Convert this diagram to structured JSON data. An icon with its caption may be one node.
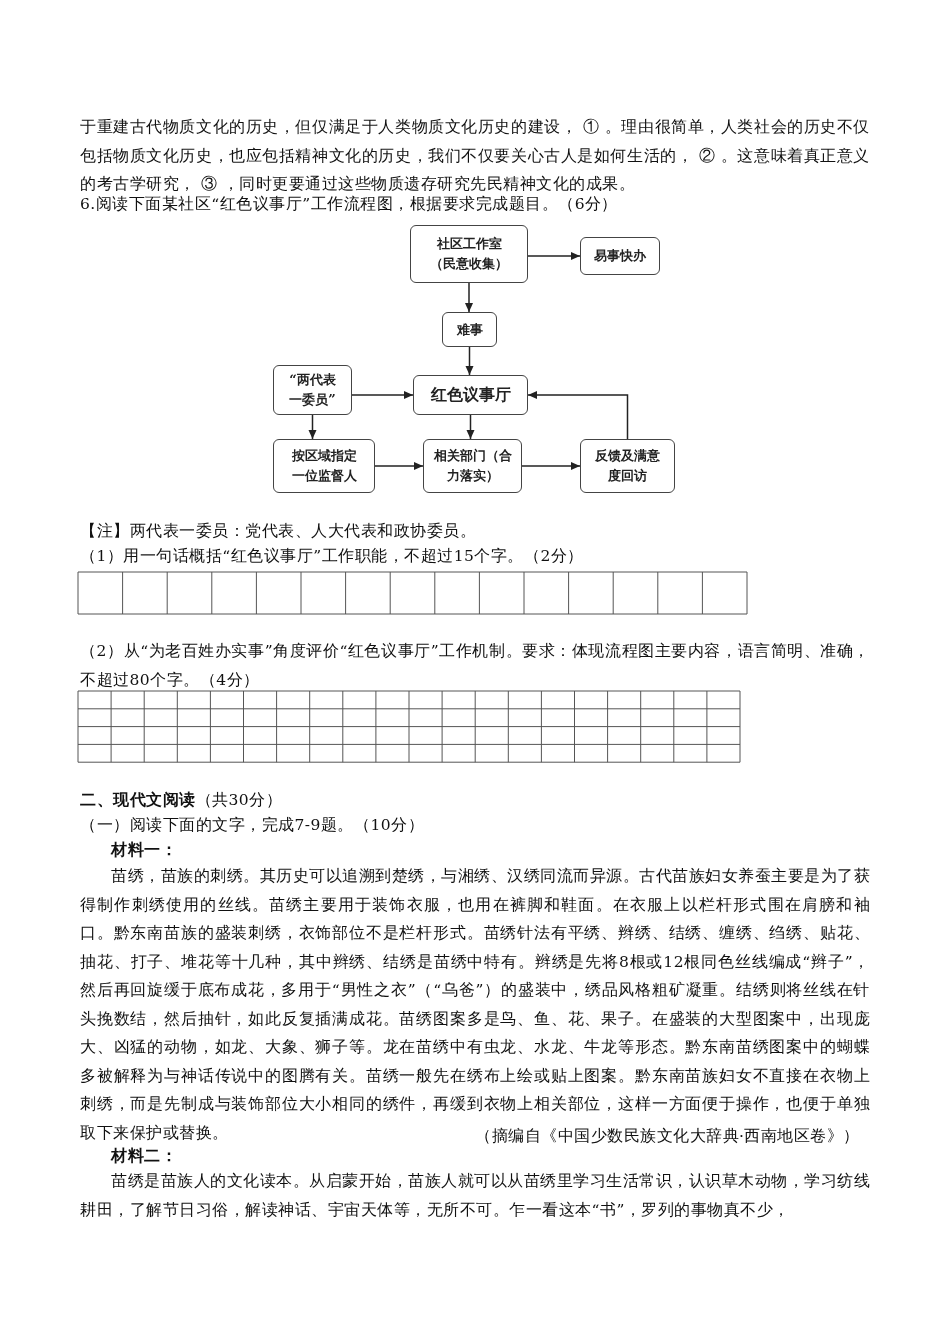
{
  "diagram": {
    "nodes": [
      {
        "text": [
          "社区工作室（民意收集）"
        ]
      },
      {
        "text": [
          "易事快办"
        ]
      },
      {
        "text": [
          "难事"
        ]
      },
      {
        "text": [
          "红色议事厅"
        ]
      },
      {
        "text": [
          "“两代表一委员”"
        ]
      },
      {
        "text": [
          "按区域指定一位监督人"
        ]
      },
      {
        "text": [
          "相关部门（合力落实）"
        ]
      },
      {
        "text": [
          "反馈及满意度回访"
        ]
      }
    ],
    "edges": [
      {
        "from": 0,
        "to": 1,
        "arrow": "to"
      },
      {
        "from": 0,
        "to": 2,
        "arrow": "to"
      },
      {
        "from": 2,
        "to": 3,
        "arrow": "to"
      },
      {
        "from": 4,
        "to": 3,
        "arrow": "to"
      },
      {
        "from": 4,
        "to": 5,
        "arrow": "to"
      },
      {
        "from": 3,
        "to": 6,
        "arrow": "to"
      },
      {
        "from": 5,
        "to": 6,
        "arrow": "to"
      },
      {
        "from": 6,
        "to": 7,
        "arrow": "to"
      },
      {
        "from": 7,
        "to": 3,
        "arrow": "to"
      }
    ],
    "labels": [
      "于重建古代物质文化的历史，但仅满足于人类物质文化历史的建设，  ①  。理由很简单，人类社会的历史不仅包括物质文化历史，也应包括精神文化的历史，我们不仅要关心古人是如何生活的，  ②  。这意味着真正意义的考古学研究，  ③  ，同时更要通过这些物质遗存研究先民精神文化的成果。",
      "6.阅读下面某社区“红色议事厅”工作流程图，根据要求完成题目。（6分）",
      "【注】两代表一委员：党代表、人大代表和政协委员。",
      "（1）用一句话概括“红色议事厅”工作职能，不超过15个字。（2分）",
      "（2）从“为老百姓办实事”角度评价“红色议事厅”工作机制。要求：体现流程图主要内容，语言简明、准确，不超过80个字。（4分）",
      "**二、现代文阅读**（共30分）",
      "（一）阅读下面的文字，完成7-9题。（10分）",
      "材料一：",
      "苗绣，苗族的刺绣。其历史可以追溯到楚绣，与湘绣、汉绣同流而异源。古代苗族妇女养蚕主要是为了获得制作刺绣使用的丝线。苗绣主要用于装饰衣服，也用在裤脚和鞋面。在衣服上以栏杆形式围在肩膀和袖口。黔东南苗族的盛装刺绣，衣饰部位不是栏杆形式。苗绣针法有平绣、辫绣、结绣、缠绣、绉绣、贴花、抽花、打子、堆花等十几种，其中辫绣、结绣是苗绣中特有。辫绣是先将8根或12根同色丝线编成“辫子”，然后再回旋缓于底布成花，多用于“男性之衣”（“乌爸”）的盛装中，绣品风格粗矿凝重。结绣则将丝线在针头挽数结，然后抽针，如此反复插满成花。苗绣图案多是鸟、鱼、花、果子。在盛装的大型图案中，出现庞大、凶猛的动物，如龙、大象、狮子等。龙在苗绣中有虫龙、水龙、牛龙等形态。黔东南苗绣图案中的蝴蝶多被解释为与神话传说中的图腾有关。苗绣一般先在绣布上绘或贴上图案。黔东南苗族妇女不直接在衣物上刺绣，而是先制成与装饰部位大小相同的绣件，再缓到衣物上相关部位，这样一方面便于操作，也便于单独取下来保护或替换。",
      "（摘编自《中国少数民族文化大辞典·西南地区卷》）",
      "材料二：",
      "苗绣是苗族人的文化读本。从启蒙开始，苗族人就可以从苗绣里学习生活常识，认识草木动物，学习纺线耕田，了解节日习俗，解读神话、宇宙天体等，无所不可。乍一看这本“书”，罗列的事物真不少，"
    ]
  }
}
